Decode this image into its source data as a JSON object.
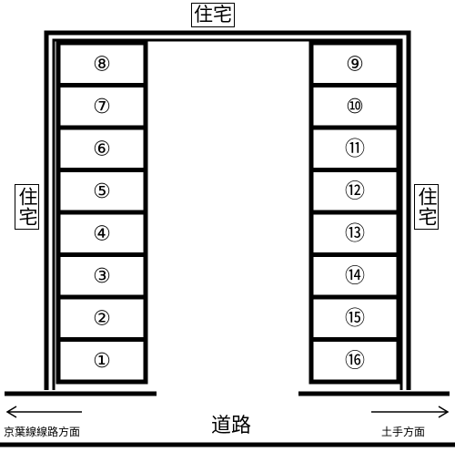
{
  "labels": {
    "top": "住宅",
    "left": "住宅",
    "right": "住宅",
    "road": "道路",
    "direction_left": "京葉線線路方面",
    "direction_right": "土手方面"
  },
  "left_column": [
    "⑧",
    "⑦",
    "⑥",
    "⑤",
    "④",
    "③",
    "②",
    "①"
  ],
  "right_column": [
    "⑨",
    "⑩",
    "⑪",
    "⑫",
    "⑬",
    "⑭",
    "⑮",
    "⑯"
  ],
  "colors": {
    "line": "#000000",
    "background": "#ffffff"
  }
}
